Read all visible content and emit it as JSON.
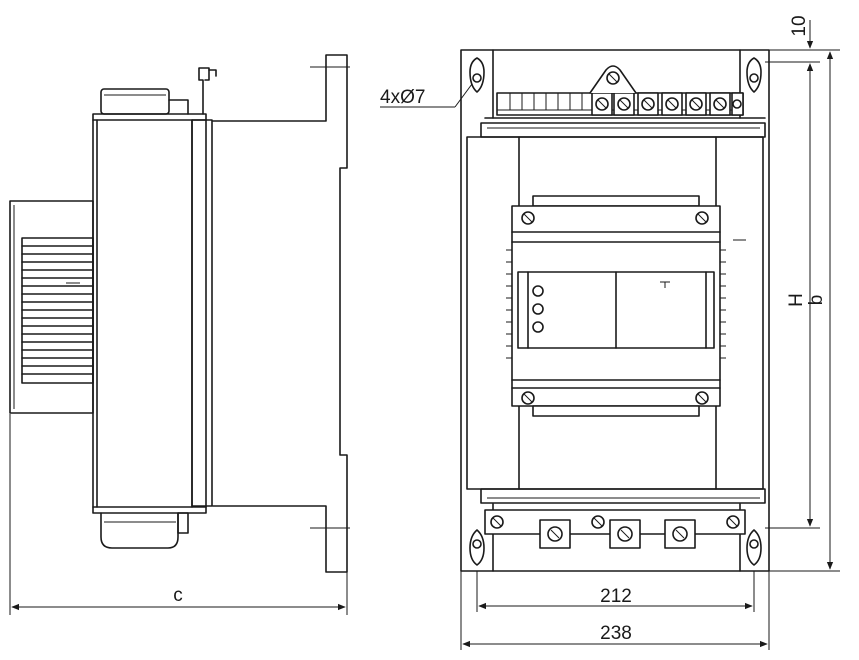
{
  "dimensions": {
    "hole_spec": "4xØ7",
    "top_offset": "10",
    "height_H": "H",
    "height_b": "b",
    "depth_c": "c",
    "width_inner": "212",
    "width_outer": "238"
  }
}
